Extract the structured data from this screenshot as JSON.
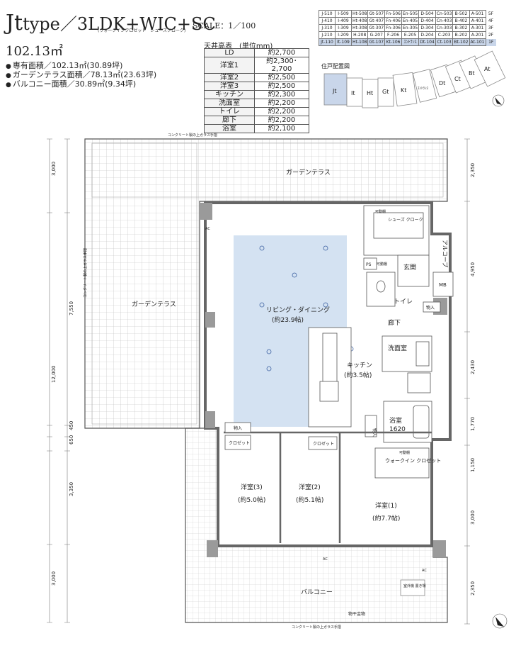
{
  "header": {
    "type_letters": "Jt",
    "type_word": "type",
    "layout_plan": "／3LDK+WIC+SC",
    "note": "(ウォークインクロゼット　シューズクローク)",
    "scale": "SCALE：1／100",
    "area": "102.13㎡",
    "specs": [
      "専有面積／102.13㎡(30.89坪)",
      "ガーデンテラス面積／78.13㎡(23.63坪)",
      "バルコニー面積／30.89㎡(9.34坪)"
    ]
  },
  "ceiling": {
    "title": "天井高表　(単位mm)",
    "rows": [
      {
        "room": "LD",
        "height": "約2,700"
      },
      {
        "room": "洋室1",
        "height": "約2,300･2,700"
      },
      {
        "room": "洋室2",
        "height": "約2,500"
      },
      {
        "room": "洋室3",
        "height": "約2,500"
      },
      {
        "room": "キッチン",
        "height": "約2,300"
      },
      {
        "room": "洗面室",
        "height": "約2,200"
      },
      {
        "room": "トイレ",
        "height": "約2,200"
      },
      {
        "room": "廊下",
        "height": "約2,200"
      },
      {
        "room": "浴室",
        "height": "約2,100"
      }
    ]
  },
  "units": {
    "rows": [
      {
        "floor": "5F",
        "cells": [
          "J-510",
          "I-509",
          "Ht-508",
          "Gt-507",
          "Fn-506",
          "En-505",
          "D-504",
          "Cn-503",
          "B-502",
          "A-501"
        ]
      },
      {
        "floor": "4F",
        "cells": [
          "J-410",
          "I-409",
          "Ht-408",
          "Gt-407",
          "Fn-406",
          "En-405",
          "D-404",
          "Cn-403",
          "B-402",
          "A-401"
        ]
      },
      {
        "floor": "3F",
        "cells": [
          "J-310",
          "I-309",
          "Ht-308",
          "Gt-307",
          "Fn-306",
          "En-305",
          "D-304",
          "Cn-303",
          "B-302",
          "A-301"
        ]
      },
      {
        "floor": "2F",
        "cells": [
          "J-210",
          "I-209",
          "H-208",
          "G-207",
          "F-206",
          "E-205",
          "D-204",
          "C-203",
          "B-202",
          "A-201"
        ]
      },
      {
        "floor": "1F",
        "cells": [
          "Jt-110",
          "It-109",
          "Ht-108",
          "Gt-107",
          "Kt-106",
          "ｴﾝﾄﾗﾝｽ",
          "Dt-104",
          "Ct-103",
          "Bt-102",
          "At-101"
        ]
      }
    ]
  },
  "location": {
    "title": "住戸配置図",
    "blocks": [
      "Jt",
      "It",
      "Ht",
      "Gt",
      "Kt",
      "ｴﾝﾄﾗﾝｽ",
      "Dt",
      "Ct",
      "Bt",
      "At"
    ]
  },
  "plan": {
    "top_note": "コンクリート製の上ガラス手摺",
    "bottom_note": "コンクリート製の上ガラス手摺",
    "side_note": "コンクリート製の上ガラス手摺",
    "garden_top": "ガーデンテラス",
    "garden_left": "ガーデンテラス",
    "living": "リビング・ダイニング",
    "living_size": "(約23.9帖)",
    "kitchen": "キッチン",
    "kitchen_size": "(約3.5帖)",
    "entrance": "玄関",
    "alcove": "アルコーブ",
    "mb": "MB",
    "shoes": "シューズ\nクローク",
    "toilet": "トイレ",
    "hall": "廊下",
    "washroom": "洗面室",
    "bath": "浴室",
    "bath_size": "1620",
    "storage": "物入",
    "closet": "クロゼット",
    "wic": "ウォークイン\nクロゼット",
    "room3": "洋室(3)",
    "room3_size": "(約5.0帖)",
    "room2": "洋室(2)",
    "room2_size": "(約5.1帖)",
    "room1": "洋室(1)",
    "room1_size": "(約7.7帖)",
    "balcony": "バルコニー",
    "ps": "PS",
    "shelf": "可動棚",
    "aircon": "AC",
    "outdoor": "室外機\n置き場",
    "handrail": "物干金物",
    "dims_left": [
      "3,000",
      "7,550",
      "12,000",
      "650",
      "450",
      "3,350",
      "3,000"
    ],
    "dims_right": [
      "2,350",
      "4,950",
      "2,430",
      "1,770",
      "1,150",
      "3,000",
      "2,350"
    ]
  },
  "colors": {
    "living_fill": "#d4e2f2",
    "unit_highlight": "#c9d6ea",
    "wall": "#9a9a9a",
    "lines": "#444444"
  }
}
